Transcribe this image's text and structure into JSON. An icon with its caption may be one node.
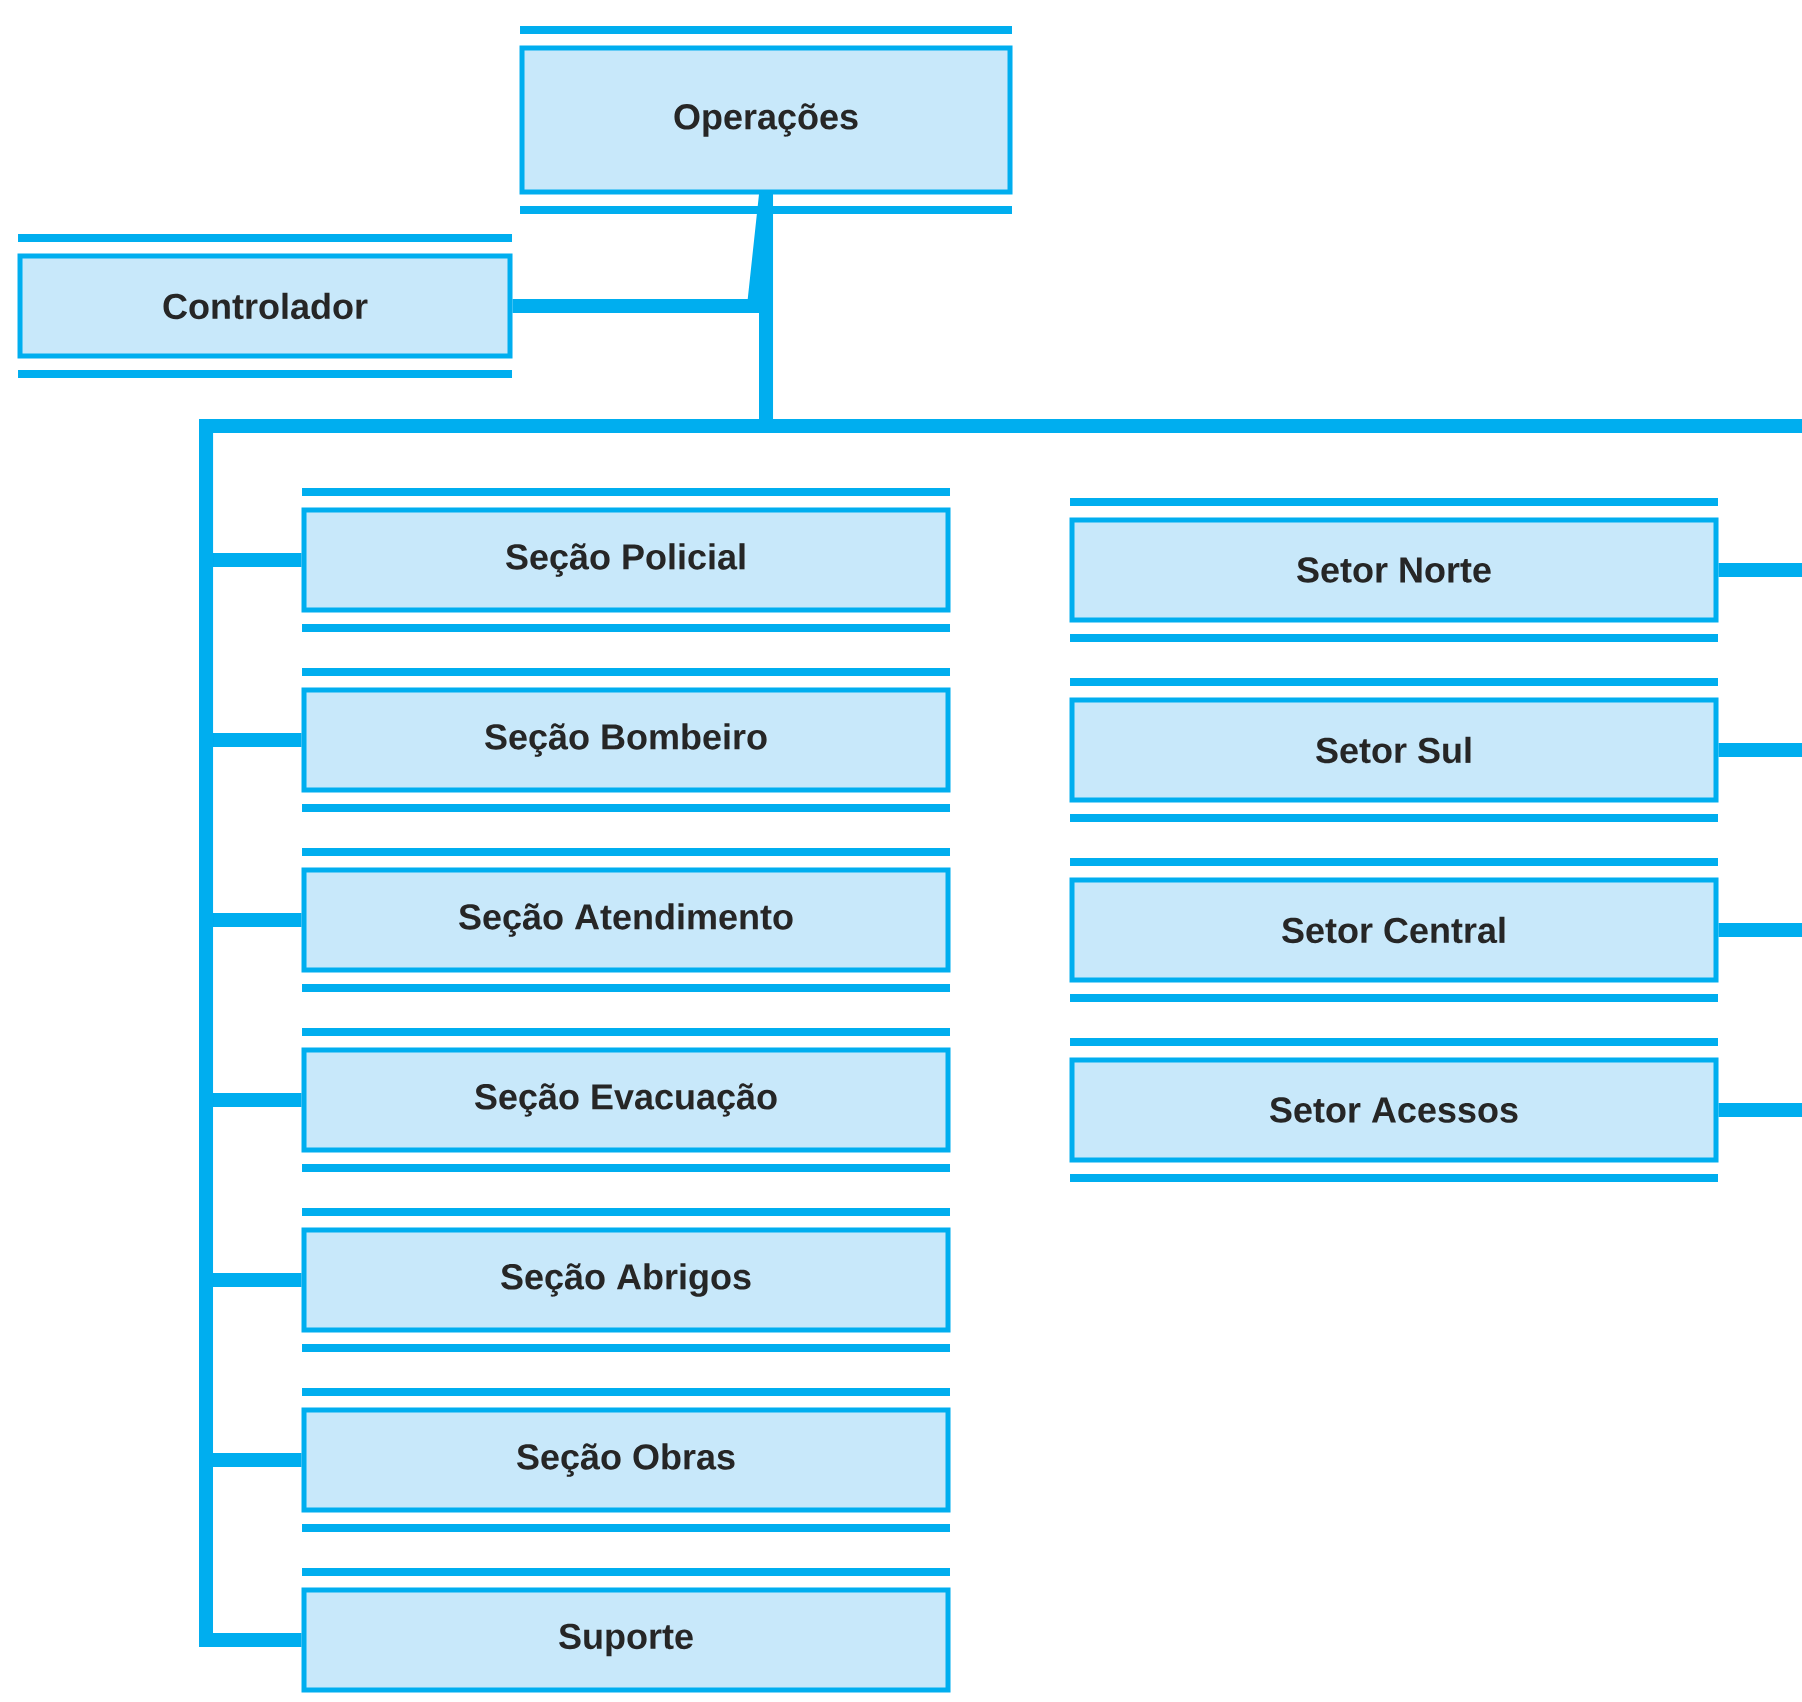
{
  "diagram": {
    "nodes": [
      {
        "text": [
          "Operações"
        ]
      },
      {
        "text": [
          "Controlador"
        ]
      },
      {
        "text": [
          "Seção Policial"
        ]
      },
      {
        "text": [
          "Seção Bombeiro"
        ]
      },
      {
        "text": [
          "Seção Atendimento"
        ]
      },
      {
        "text": [
          "Seção Evacuação"
        ]
      },
      {
        "text": [
          "Seção Abrigos"
        ]
      },
      {
        "text": [
          "Seção Obras"
        ]
      },
      {
        "text": [
          "Suporte"
        ]
      },
      {
        "text": [
          "Setor Norte"
        ]
      },
      {
        "text": [
          "Setor Sul"
        ]
      },
      {
        "text": [
          "Setor Central"
        ]
      },
      {
        "text": [
          "Setor Acessos"
        ]
      }
    ],
    "edges": [
      {
        "from": 0,
        "to": 1,
        "arrow": "none"
      },
      {
        "from": 0,
        "to": 2,
        "arrow": "none"
      },
      {
        "from": 0,
        "to": 3,
        "arrow": "none"
      },
      {
        "from": 0,
        "to": 4,
        "arrow": "none"
      },
      {
        "from": 0,
        "to": 5,
        "arrow": "none"
      },
      {
        "from": 0,
        "to": 6,
        "arrow": "none"
      },
      {
        "from": 0,
        "to": 7,
        "arrow": "none"
      },
      {
        "from": 0,
        "to": 8,
        "arrow": "none"
      },
      {
        "from": null,
        "to": 9,
        "arrow": "none"
      },
      {
        "from": null,
        "to": 10,
        "arrow": "none"
      },
      {
        "from": null,
        "to": 11,
        "arrow": "none"
      },
      {
        "from": null,
        "to": 12,
        "arrow": "none"
      }
    ]
  }
}
